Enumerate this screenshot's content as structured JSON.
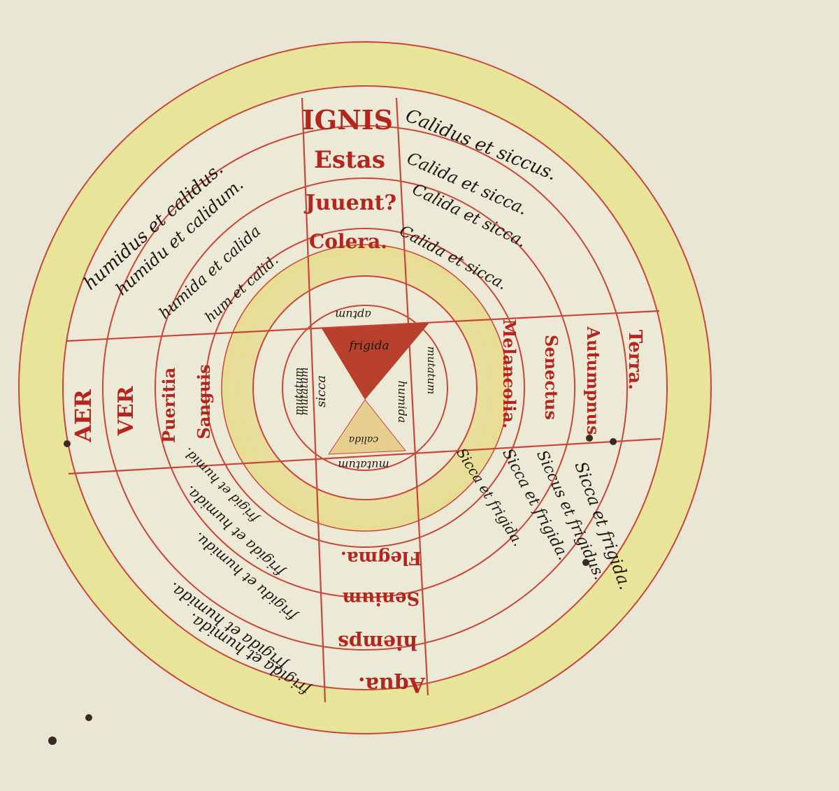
{
  "colors": {
    "parchment": "#e9e6d6",
    "yellow_band": "#e6e29a",
    "ink_red": "#b3261e",
    "ink_black": "#1c1712"
  },
  "top_arm": {
    "red": [
      "IGNIS",
      "Estas",
      "Juuent?",
      "Colera."
    ],
    "black": [
      "Calidus et siccus.",
      "Calida et sicca.",
      "Calida et sicca.",
      "Calida et sicca."
    ]
  },
  "upper_left": [
    "humidus et calidus.",
    "humidu et calidum.",
    "humida et calida",
    "hum et calid."
  ],
  "left_arm": [
    "AER",
    "VER",
    "Pueritia",
    "Sanguis"
  ],
  "right_arm": [
    "Terra.",
    "Autumpnus",
    "Senectus",
    "Melancolia."
  ],
  "lower_right": [
    "Sicca et frigida.",
    "Siccus et frigidus.",
    "Sicca et frigida.",
    "Sicca et frigida."
  ],
  "bottom_arm": [
    "Aqua.",
    "hiemps",
    "Senium",
    "Flegma."
  ],
  "lower_left": [
    "frigida et humida.",
    "frigida et humida.",
    "frigidu et humidu.",
    "frigida et humida.",
    "frigid et humid."
  ],
  "center": {
    "triangle_label": "frigida",
    "words": [
      "aptum",
      "mutatum",
      "mutatum",
      "sicca",
      "humida",
      "mutatum",
      "calida",
      "mutatum"
    ]
  }
}
